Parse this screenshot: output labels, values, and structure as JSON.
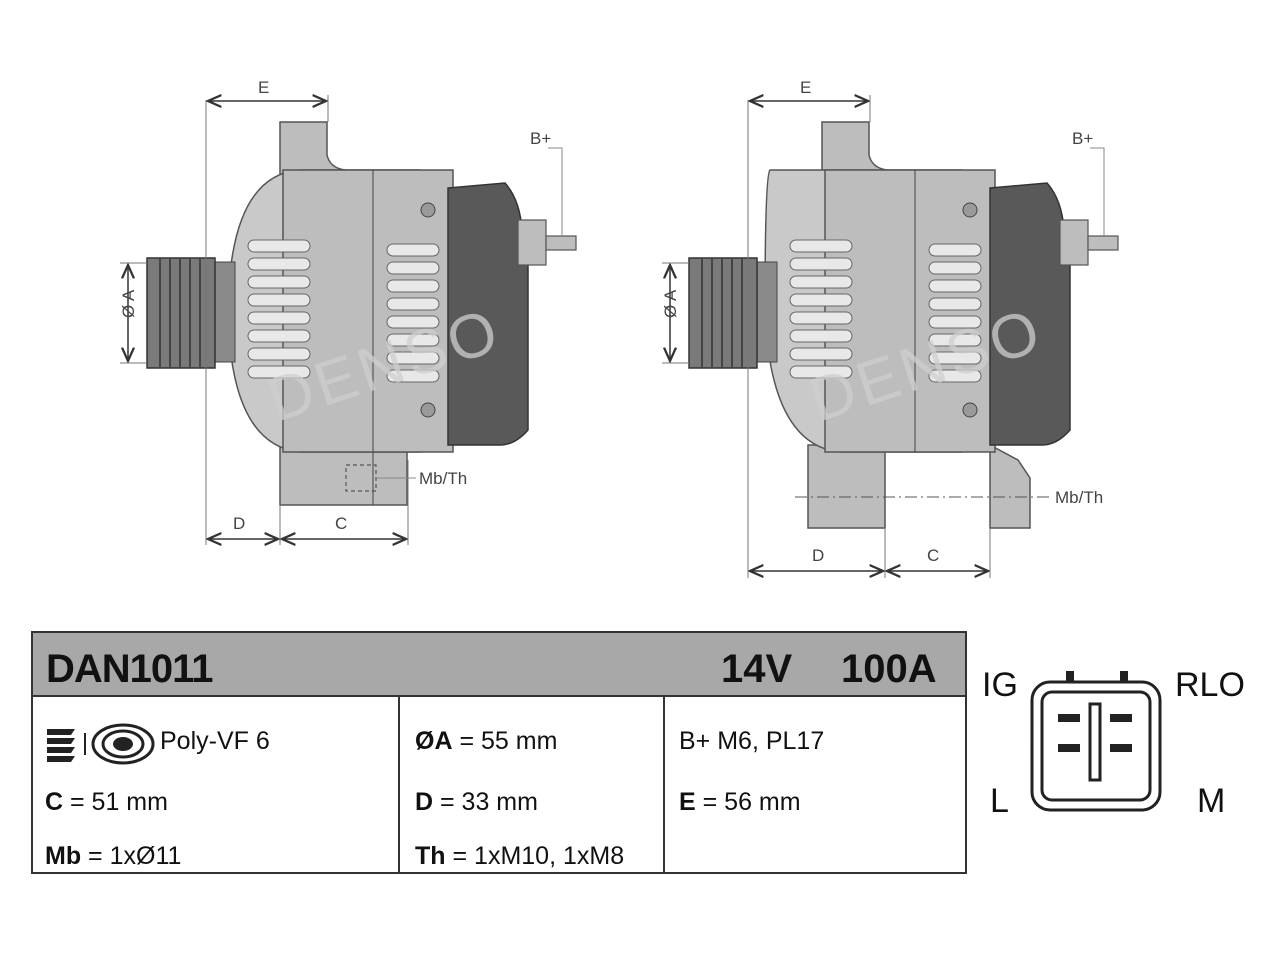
{
  "drawing": {
    "brand_watermark": "DENSO",
    "left_view": {
      "dim_E": "E",
      "dim_D": "D",
      "dim_C": "C",
      "dim_A": "Ø A",
      "callout_bplus": "B+",
      "callout_mbth": "Mb/Th"
    },
    "right_view": {
      "dim_E": "E",
      "dim_D": "D",
      "dim_C": "C",
      "dim_A": "Ø A",
      "callout_bplus": "B+",
      "callout_mbth": "Mb/Th"
    }
  },
  "spec": {
    "model": "DAN1011",
    "voltage": "14V",
    "amperage": "100A",
    "pulley": "Poly-VF 6",
    "dia_a_label": "ØA",
    "dia_a_value": " = 55 mm",
    "bplus_value": "B+ M6, PL17",
    "c_label": "C",
    "c_value": " = 51 mm",
    "d_label": "D",
    "d_value": " = 33 mm",
    "e_label": "E",
    "e_value": " = 56 mm",
    "mb_label": "Mb",
    "mb_value": " = 1xØ11",
    "th_label": "Th",
    "th_value": " = 1xM10, 1xM8"
  },
  "connector": {
    "ig": "IG",
    "rlo": "RLO",
    "l": "L",
    "m": "M"
  },
  "colors": {
    "header_bg": "#a8a8a8",
    "housing": "#bdbdbd",
    "housing_dark": "#595959",
    "outline": "#444444"
  }
}
